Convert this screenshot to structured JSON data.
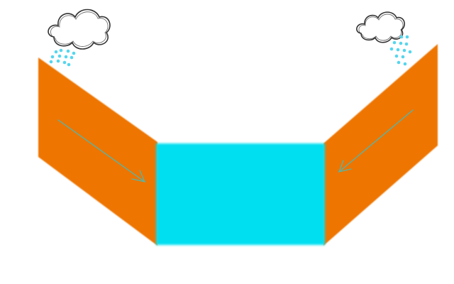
{
  "diagram": {
    "description_free": true,
    "left_slope": {
      "color": "#ee7500"
    },
    "right_slope": {
      "color": "#ee7500"
    },
    "pool": {
      "color": "#00dff0"
    },
    "flow_arrows": {
      "color": "#4fb8b0",
      "direction": [
        "toward-pool",
        "toward-pool"
      ]
    },
    "clouds": [
      {
        "icon": "cloud-icon",
        "side": "left",
        "rain": true
      },
      {
        "icon": "cloud-icon",
        "side": "right",
        "rain": true
      }
    ],
    "rain_color": "#55d6ee",
    "cloud_stroke": "#333333"
  }
}
